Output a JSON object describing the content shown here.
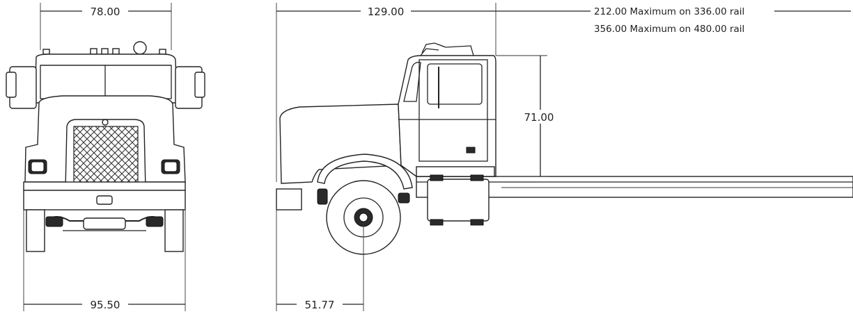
{
  "dimensions": {
    "front_cab_width": "78.00",
    "front_overall_width": "95.50",
    "bbc_length": "129.00",
    "cab_height": "71.00",
    "front_axle_setback": "51.77",
    "ca_max_336": "212.00 Maximum on 336.00 rail",
    "ca_max_480": "356.00 Maximum on 480.00 rail"
  }
}
